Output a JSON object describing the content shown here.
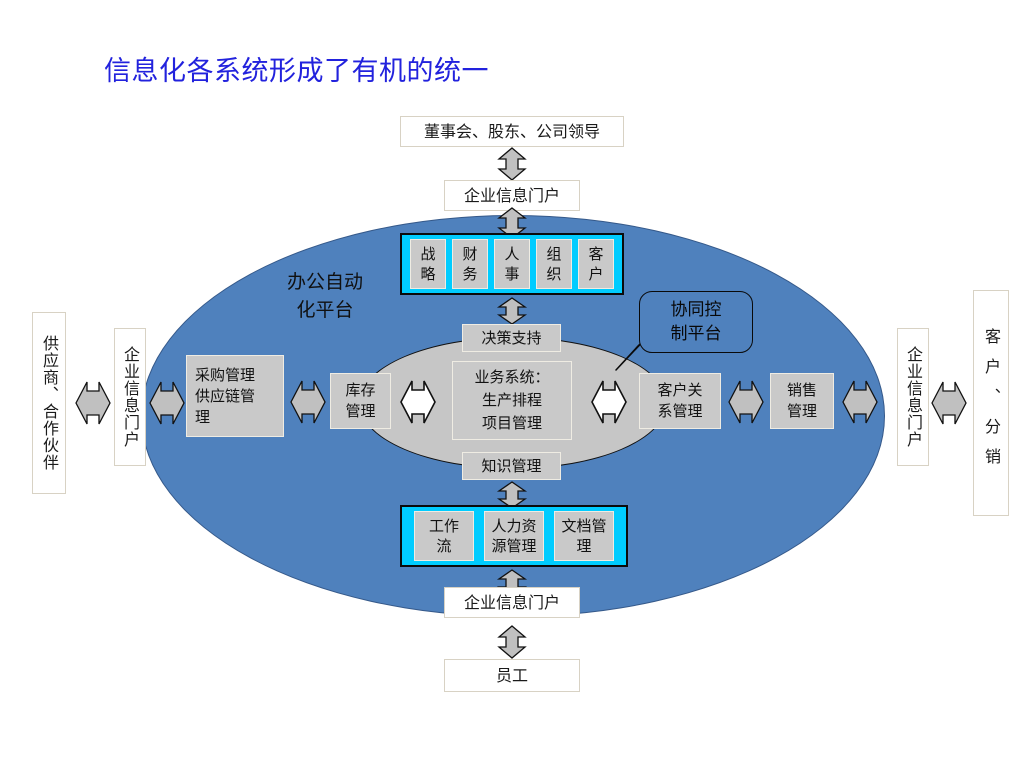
{
  "title": "信息化各系统形成了有机的统一",
  "accent_colors": {
    "title": "#2222dd",
    "outer_ellipse": "#4f81bd",
    "inner_ellipse": "#c6c6c6",
    "cyan_band": "#00ccff",
    "module_box": "#c9c9c9"
  },
  "top_flow": {
    "audience": "董事会、股东、公司领导",
    "portal": "企业信息门户",
    "arrow_audience_portal": "double-arrow-vertical",
    "arrow_portal_band": "double-arrow-vertical"
  },
  "bottom_flow": {
    "portal": "企业信息门户",
    "audience": "员工",
    "arrow_band_portal": "double-arrow-vertical",
    "arrow_portal_audience": "double-arrow-vertical"
  },
  "left_flow": {
    "partner": "供应商、合作伙伴",
    "portal": "企业信息门户",
    "arrow_partner_portal": "double-arrow-horizontal",
    "arrow_portal_inside": "double-arrow-horizontal"
  },
  "right_flow": {
    "portal": "企业信息门户",
    "customer": "客户、分销",
    "arrow_inside_portal": "double-arrow-horizontal",
    "arrow_portal_customer": "double-arrow-horizontal"
  },
  "platform_labels": {
    "office_automation": "办公自动\n化平台",
    "collaboration": "协同控\n制平台"
  },
  "top_band": {
    "items": [
      "战\n略",
      "财\n务",
      "人\n事",
      "组\n织",
      "客\n户"
    ]
  },
  "bottom_band": {
    "items": [
      "工作\n流",
      "人力资\n源管理",
      "文档管\n理"
    ]
  },
  "core": {
    "top": "决策支持",
    "center": "业务系统：\n生产排程\n项目管理",
    "bottom": "知识管理",
    "arrow_band_top": "double-arrow-vertical",
    "arrow_bottom_band": "double-arrow-vertical",
    "arrow_left_core": "double-arrow-horizontal",
    "arrow_core_right": "double-arrow-horizontal"
  },
  "chain": {
    "purchase": "采购管理\n供应链管\n理",
    "inventory": "库存\n管理",
    "crm": "客户关\n系管理",
    "sales": "销售\n管理",
    "arrow_purchase_inventory": "double-arrow-horizontal",
    "arrow_crm_sales": "double-arrow-horizontal"
  }
}
